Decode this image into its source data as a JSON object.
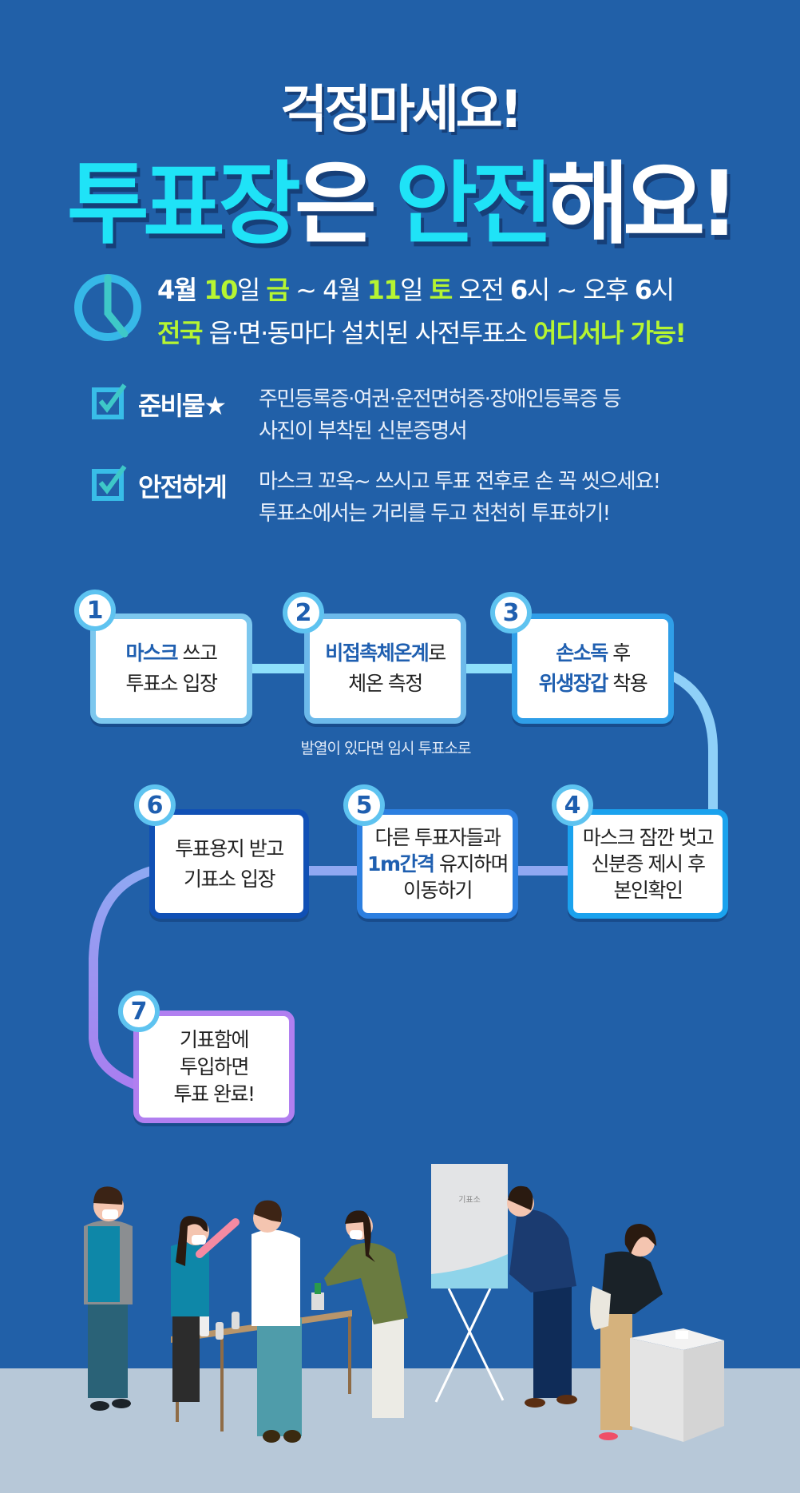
{
  "title": {
    "line1": "걱정마세요!",
    "line2_part1": "투표장",
    "line2_part2": "은 ",
    "line2_part3": "안전",
    "line2_part4": "해요!"
  },
  "schedule": {
    "line1": [
      "4월 ",
      "10",
      "일 ",
      "금",
      " ~ 4월 ",
      "11",
      "일 ",
      "토",
      " 오전 ",
      "6",
      "시 ~ 오후 ",
      "6",
      "시"
    ],
    "line2": [
      "전국",
      " 읍·면·동마다 설치된 사전투표소 ",
      "어디서나 가능!"
    ]
  },
  "checklist": [
    {
      "label": "준비물★",
      "lines": [
        "주민등록증·여권·운전면허증·장애인등록증 등",
        "사진이 부착된 신분증명서"
      ]
    },
    {
      "label": "안전하게",
      "lines": [
        "마스크 꼬옥~ 쓰시고 투표 전후로 손 꼭 씻으세요!",
        "투표소에서는 거리를 두고 천천히 투표하기!"
      ]
    }
  ],
  "steps": [
    {
      "num": "1",
      "bold": "마스크",
      "rest": " 쓰고",
      "line2": "투표소 입장"
    },
    {
      "num": "2",
      "bold": "비접촉체온계",
      "rest": "로",
      "line2": "체온 측정"
    },
    {
      "num": "3",
      "bold": "손소독",
      "rest": " 후",
      "line2b": "위생장갑",
      "line2": " 착용"
    },
    {
      "num": "4",
      "line1": "마스크 잠깐 벗고",
      "line2": "신분증 제시 후",
      "line3": "본인확인"
    },
    {
      "num": "5",
      "line1": "다른 투표자들과",
      "bold": "1m간격",
      "rest": " 유지하며",
      "line3": "이동하기"
    },
    {
      "num": "6",
      "line1": "투표용지 받고",
      "line2": "기표소 입장"
    },
    {
      "num": "7",
      "line1": "기표함에",
      "line2": "투입하면",
      "line3": "투표 완료!"
    }
  ],
  "fever_note": "발열이 있다면 임시 투표소로",
  "illustration": {
    "booth_label": "기표소"
  },
  "colors": {
    "background": "#2160a8",
    "accent_cyan": "#1fe3f7",
    "accent_lime": "#b6f531",
    "floor": "#b7c8d8"
  }
}
